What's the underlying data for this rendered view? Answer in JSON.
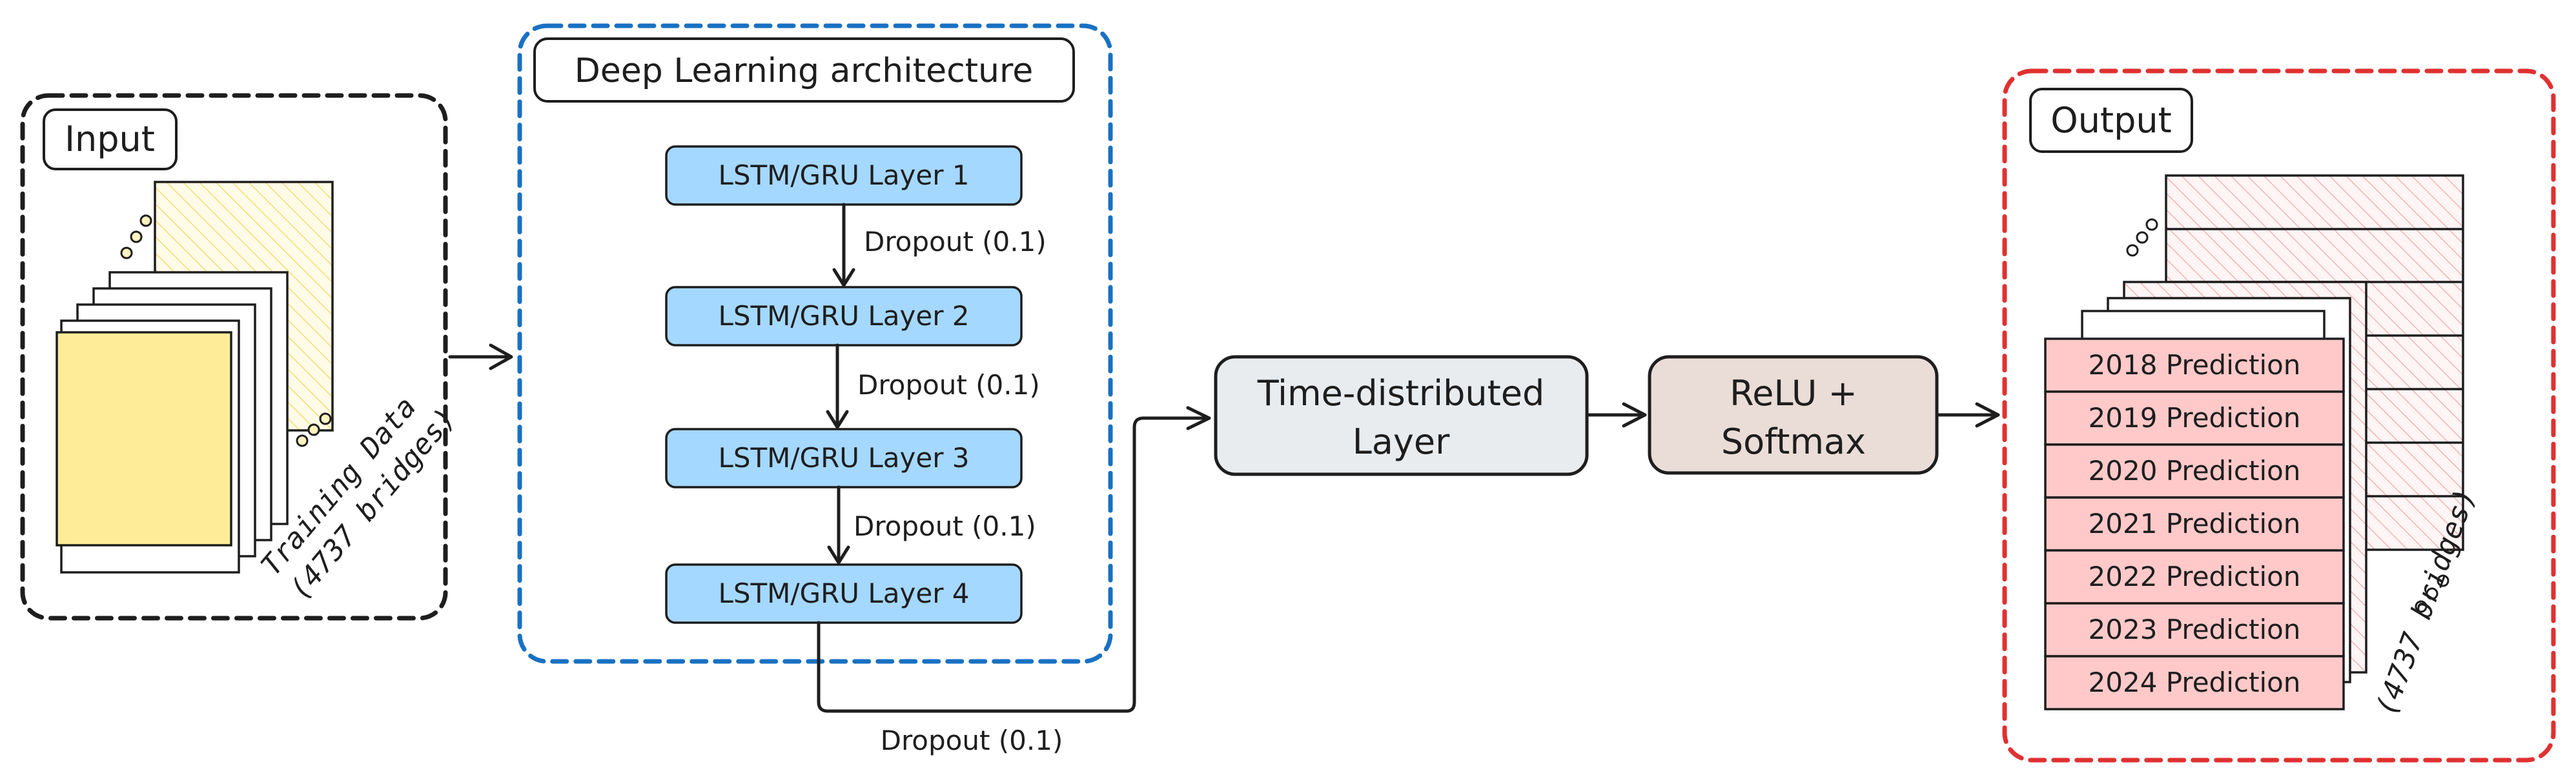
{
  "colors": {
    "input_border": "#1e1e1e",
    "architecture_border": "#1971c2",
    "output_border": "#e03131",
    "input_sheet_fill": "#ffec99",
    "layer_fill": "#a5d8ff",
    "time_distributed_fill": "#e9ecef",
    "relu_softmax_fill": "#eaddd7",
    "prediction_fill": "#ffc9c9"
  },
  "input": {
    "label": "Input",
    "training_line1": "Training Data",
    "training_line2": "(4737 bridges)"
  },
  "architecture": {
    "label": "Deep Learning architecture",
    "layers": [
      "LSTM/GRU Layer 1",
      "LSTM/GRU Layer 2",
      "LSTM/GRU Layer 3",
      "LSTM/GRU Layer 4"
    ],
    "dropouts": [
      "Dropout (0.1)",
      "Dropout (0.1)",
      "Dropout (0.1)"
    ],
    "final_dropout": "Dropout (0.1)"
  },
  "time_distributed": {
    "line1": "Time-distributed",
    "line2": "Layer"
  },
  "relu_softmax": {
    "line1": "ReLU +",
    "line2": "Softmax"
  },
  "output": {
    "label": "Output",
    "predictions": [
      "2018 Prediction",
      "2019 Prediction",
      "2020 Prediction",
      "2021 Prediction",
      "2022 Prediction",
      "2023 Prediction",
      "2024 Prediction"
    ],
    "bridges_label": "(4737 bridges)"
  }
}
